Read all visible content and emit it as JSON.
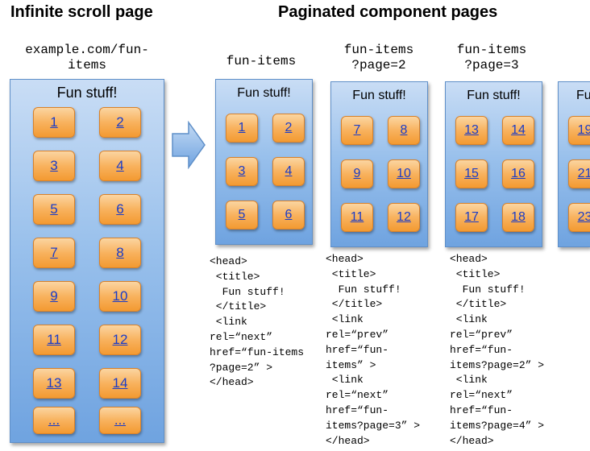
{
  "headings": {
    "infinite": "Infinite scroll page",
    "paginated": "Paginated component pages"
  },
  "infinite_page": {
    "url_line1": "example.com/fun-",
    "url_line2": "items",
    "title": "Fun stuff!",
    "items": [
      "1",
      "2",
      "3",
      "4",
      "5",
      "6",
      "7",
      "8",
      "9",
      "10",
      "11",
      "12",
      "13",
      "14",
      "...",
      "..."
    ]
  },
  "pages": [
    {
      "url_line1": "fun-items",
      "url_line2": "",
      "title": "Fun stuff!",
      "items": [
        "1",
        "2",
        "3",
        "4",
        "5",
        "6"
      ],
      "code": "<head>\n <title>\n  Fun stuff!\n </title>\n <link\nrel=“next”\nhref=“fun-items\n?page=2” >\n</head>"
    },
    {
      "url_line1": "fun-items",
      "url_line2": "?page=2",
      "title": "Fun stuff!",
      "items": [
        "7",
        "8",
        "9",
        "10",
        "11",
        "12"
      ],
      "code": "<head>\n <title>\n  Fun stuff!\n </title>\n <link\nrel=“prev”\nhref=“fun-\nitems” >\n <link\nrel=“next”\nhref=“fun-\nitems?page=3” >\n</head>"
    },
    {
      "url_line1": "fun-items",
      "url_line2": "?page=3",
      "title": "Fun stuff!",
      "items": [
        "13",
        "14",
        "15",
        "16",
        "17",
        "18"
      ],
      "code": "<head>\n <title>\n  Fun stuff!\n </title>\n <link\nrel=“prev”\nhref=“fun-\nitems?page=2” >\n <link\nrel=“next”\nhref=“fun-\nitems?page=4” >\n</head>"
    },
    {
      "title": "Fu",
      "items": [
        "19",
        "21",
        "23"
      ]
    }
  ],
  "colors": {
    "page_fill": "#9ac1ec",
    "tile_fill": "#f8b25e",
    "link": "#1a3cc8",
    "arrow": "#6fa3e0"
  },
  "icons": {
    "arrow": "right-arrow-icon"
  }
}
